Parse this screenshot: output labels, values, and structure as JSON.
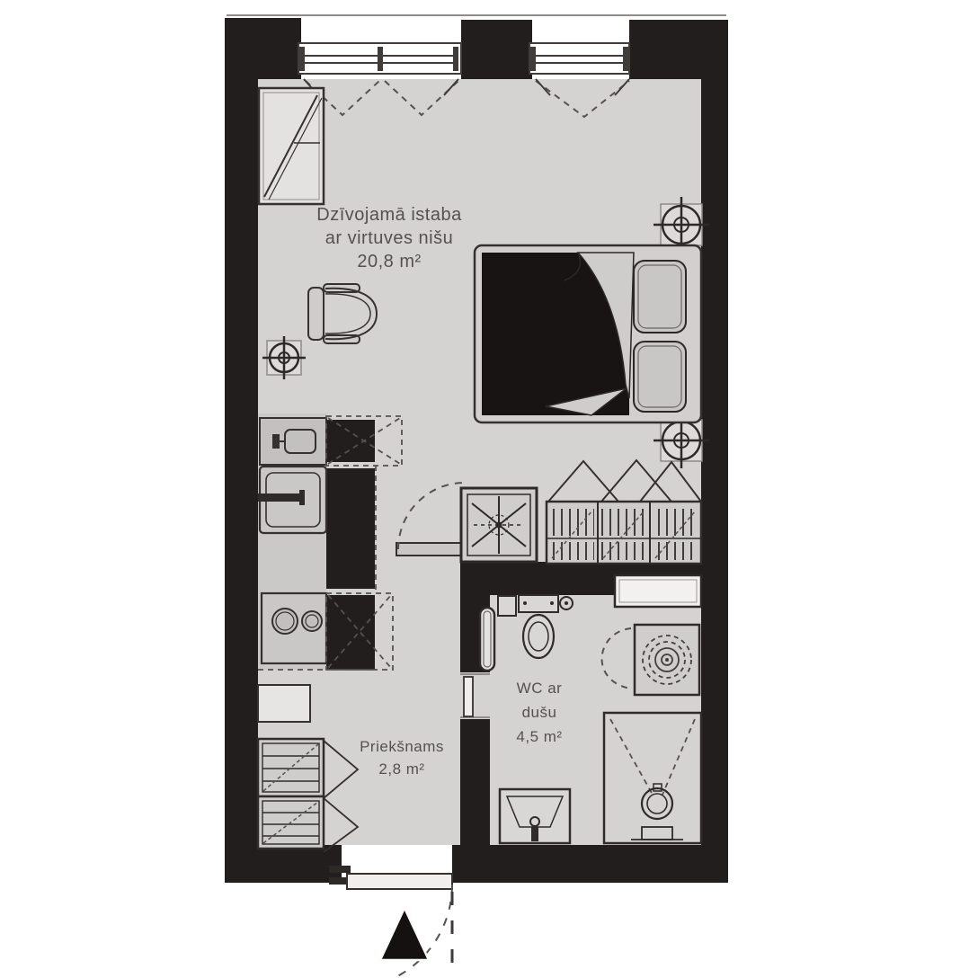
{
  "plan": {
    "type": "apartment-floorplan",
    "labels": {
      "living_line1": "Dzīvojamā istaba",
      "living_line2": "ar virtuves nišu",
      "living_area": "20,8 m²",
      "wc_line1": "WC ar",
      "wc_line2": "dušu",
      "wc_area": "4,5 m²",
      "hall_line1": "Priekšnams",
      "hall_area": "2,8 m²"
    },
    "colors": {
      "wall": "#221e1d",
      "floor": "#d5d3d1",
      "counter": "#cbc9c7",
      "outline": "#34312e",
      "duvet": "#171413",
      "dash_line": "#55514e",
      "text": "#55514d",
      "background": "#ffffff"
    },
    "icons": [
      "window-icon",
      "balcony-door-icon",
      "survey-marker-icon",
      "desk-chair-icon",
      "kitchen-tap-icon",
      "kitchen-sink-icon",
      "cooktop-icon",
      "upper-cabinet-icon",
      "bed-icon",
      "pillow-icon",
      "wardrobe-icon",
      "ventilation-shaft-icon",
      "radiator-icon",
      "toilet-icon",
      "shower-icon",
      "washbasin-icon",
      "washing-machine-icon",
      "storage-shelves-icon",
      "entrance-door-icon",
      "entrance-arrow-icon"
    ]
  }
}
